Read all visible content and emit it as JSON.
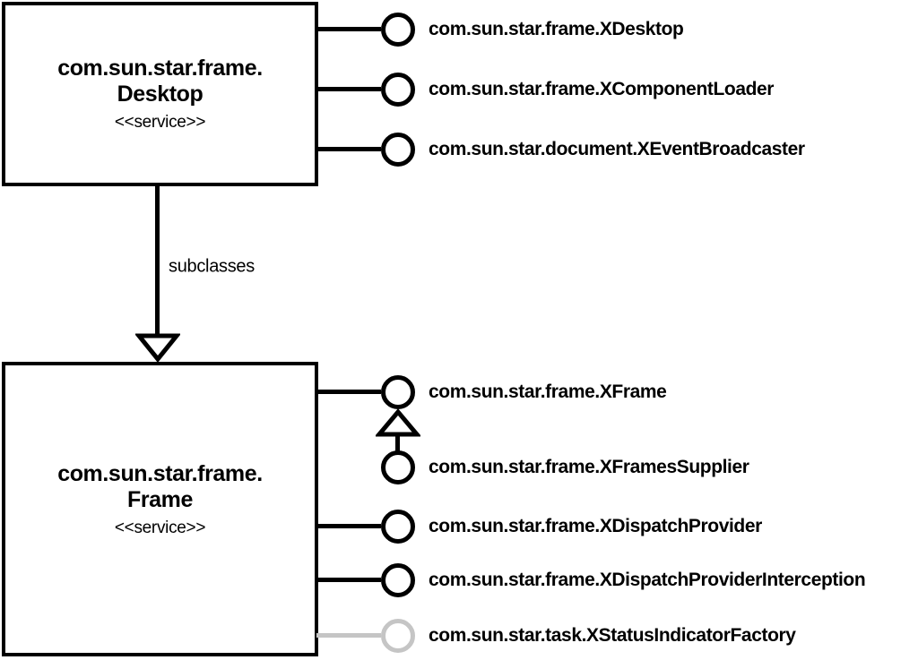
{
  "services": [
    {
      "title_line1": "com.sun.star.frame.",
      "title_line2": "Desktop",
      "stereotype": "<<service>>",
      "interfaces": [
        {
          "label": "com.sun.star.frame.XDesktop"
        },
        {
          "label": "com.sun.star.frame.XComponentLoader"
        },
        {
          "label": "com.sun.star.document.XEventBroadcaster"
        }
      ]
    },
    {
      "title_line1": "com.sun.star.frame.",
      "title_line2": "Frame",
      "stereotype": "<<service>>",
      "interfaces": [
        {
          "label": "com.sun.star.frame.XFrame"
        },
        {
          "label": "com.sun.star.frame.XFramesSupplier"
        },
        {
          "label": "com.sun.star.frame.XDispatchProvider"
        },
        {
          "label": "com.sun.star.frame.XDispatchProviderInterception"
        },
        {
          "label": "com.sun.star.task.XStatusIndicatorFactory",
          "color": "#c5c5c5"
        }
      ]
    }
  ],
  "relation": {
    "label": "subclasses"
  },
  "colors": {
    "line": "#000000",
    "muted": "#c5c5c5",
    "background": "#ffffff"
  }
}
